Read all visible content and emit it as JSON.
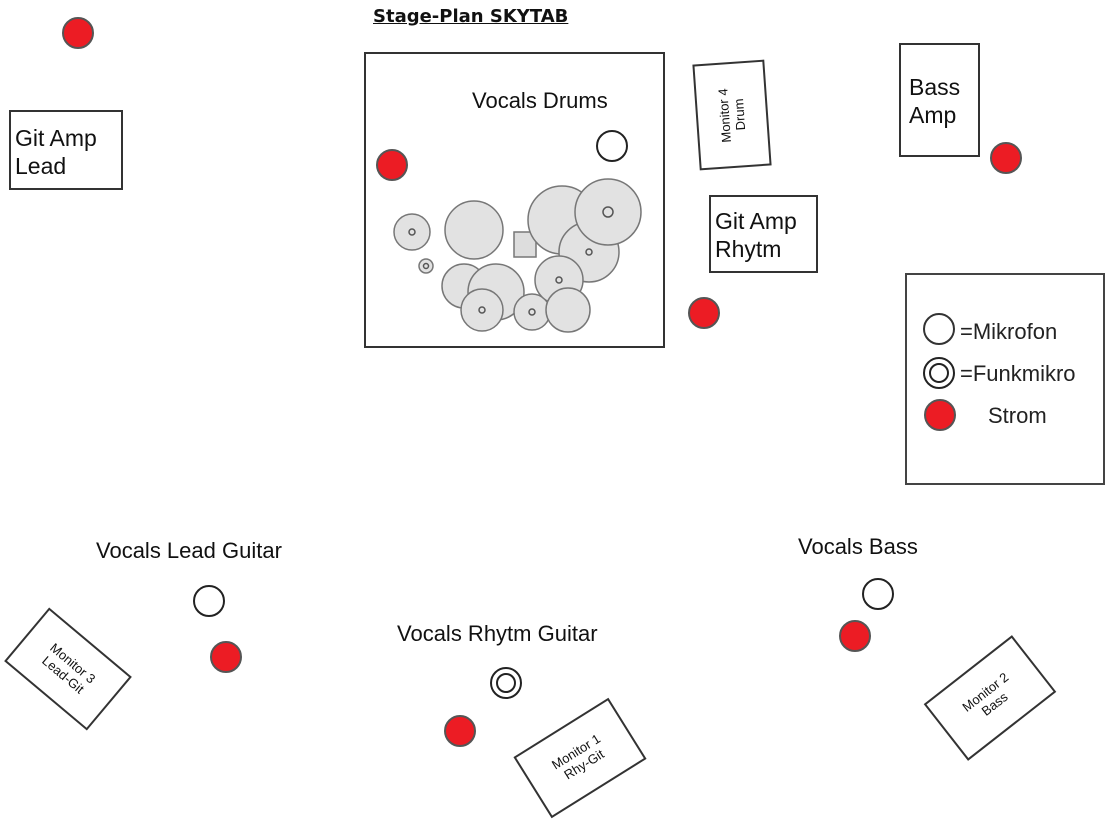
{
  "title": "Stage-Plan SKYTAB",
  "colors": {
    "power": "#ec1c24",
    "outline": "#333333",
    "drum": "#e2e2e2"
  },
  "amps": {
    "git_amp_lead": [
      "Git Amp",
      "Lead"
    ],
    "git_amp_rhytm": [
      "Git Amp",
      "Rhytm"
    ],
    "bass_amp": [
      "Bass",
      "Amp"
    ]
  },
  "drum_riser": {
    "label": "Vocals Drums"
  },
  "monitors": {
    "monitor_1": [
      "Monitor 1",
      "Rhy-Git"
    ],
    "monitor_2": [
      "Monitor 2",
      "Bass"
    ],
    "monitor_3": [
      "Monitor 3",
      "Lead-Git"
    ],
    "monitor_4": [
      "Monitor 4",
      "Drum"
    ]
  },
  "vocal_positions": {
    "lead_guitar": "Vocals Lead Guitar",
    "rhytm_guitar": "Vocals Rhytm Guitar",
    "bass": "Vocals Bass"
  },
  "legend": {
    "mikrofon": "=Mikrofon",
    "funkmikro": "=Funkmikro",
    "strom": "Strom"
  },
  "icons": {
    "mic": "microphone-icon",
    "wireless_mic": "wireless-microphone-icon",
    "power": "power-outlet-icon"
  }
}
